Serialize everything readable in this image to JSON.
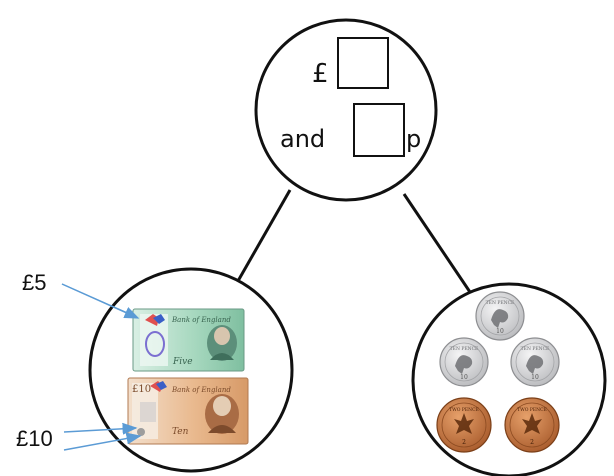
{
  "top_circle": {
    "pound_symbol": "£",
    "and_text": "and",
    "pence_symbol": "p",
    "pounds_box_value": "",
    "pence_box_value": ""
  },
  "labels": {
    "five_pound": "£5",
    "ten_pound": "£10"
  },
  "notes": [
    {
      "value": "5",
      "color": "#8fd0b0",
      "accent": "#5a9e80"
    },
    {
      "value": "10",
      "color": "#e8b890",
      "accent": "#c98a5c"
    }
  ],
  "coins": {
    "silver_text": "TEN PENCE",
    "silver_value": "10",
    "copper_text": "TWO PENCE",
    "copper_value": "2",
    "silver_color": "#d9dadc",
    "copper_color": "#c57a45"
  }
}
